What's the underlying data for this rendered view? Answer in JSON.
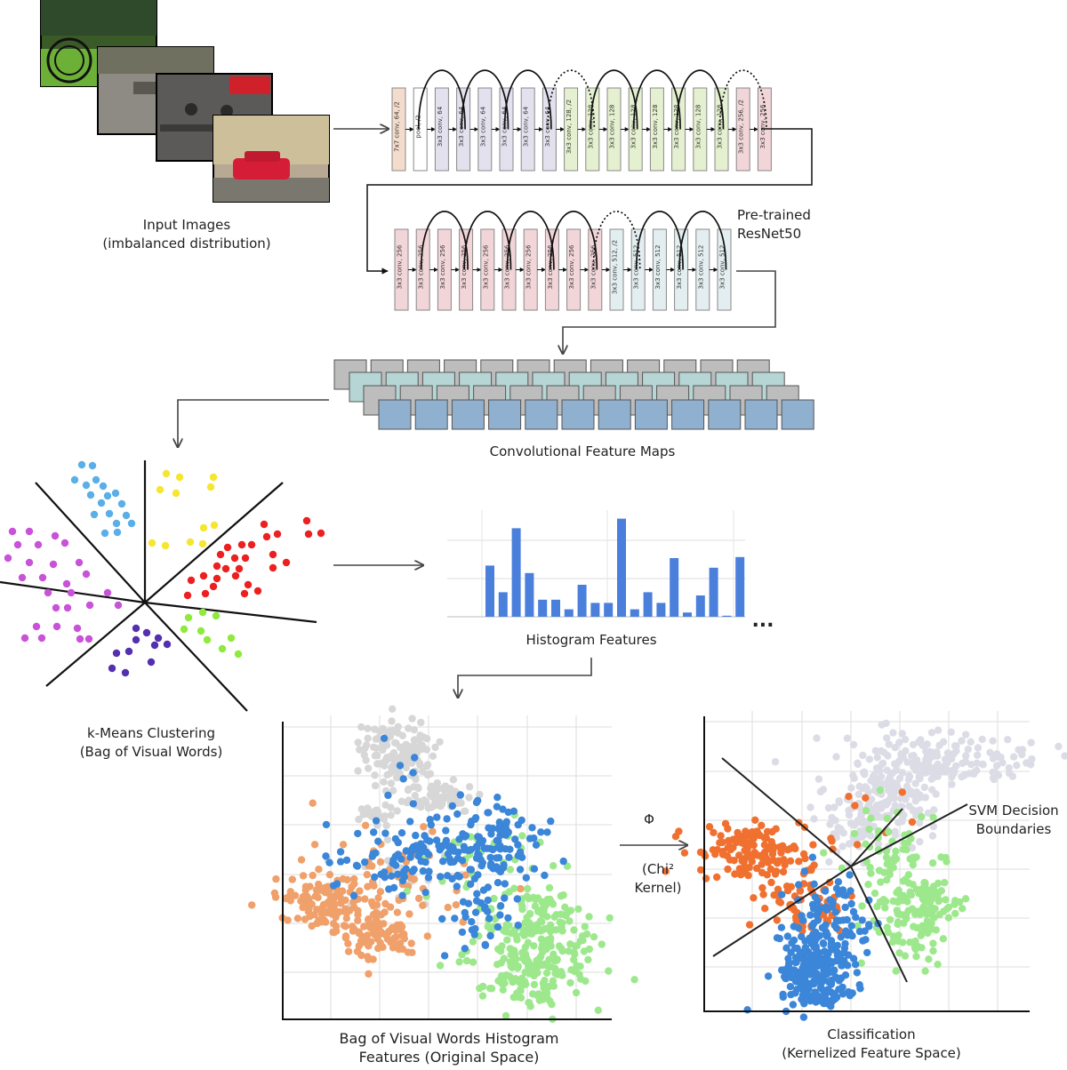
{
  "labels": {
    "input_images": [
      "Input Images",
      "(imbalanced distribution)"
    ],
    "resnet": [
      "Pre-trained",
      "ResNet50"
    ],
    "feature_maps": "Convolutional Feature Maps",
    "kmeans": [
      "k-Means Clustering",
      "(Bag of Visual Words)"
    ],
    "histogram": "Histogram Features",
    "ellipsis": "...",
    "bovw": [
      "Bag of Visual Words Histogram",
      "Features (Original Space)"
    ],
    "classification": [
      "Classification",
      "(Kernelized Feature Space)"
    ],
    "phi": "Φ",
    "chi_kernel": [
      "(Chi²",
      "Kernel)"
    ],
    "svm": [
      "SVM Decision",
      "Boundaries"
    ]
  },
  "resnet_row1": [
    {
      "text": "7x7 conv, 64, /2",
      "color": "#f4dccd"
    },
    {
      "text": "pool, /2",
      "color": "#ffffff"
    },
    {
      "text": "3x3 conv, 64",
      "color": "#e3e1ee"
    },
    {
      "text": "3x3 conv, 64",
      "color": "#e3e1ee"
    },
    {
      "text": "3x3 conv, 64",
      "color": "#e3e1ee"
    },
    {
      "text": "3x3 conv, 64",
      "color": "#e3e1ee"
    },
    {
      "text": "3x3 conv, 64",
      "color": "#e3e1ee"
    },
    {
      "text": "3x3 conv, 64",
      "color": "#e3e1ee"
    },
    {
      "text": "3x3 conv, 128, /2",
      "color": "#e4f0cf"
    },
    {
      "text": "3x3 conv, 128",
      "color": "#e4f0cf"
    },
    {
      "text": "3x3 conv, 128",
      "color": "#e4f0cf"
    },
    {
      "text": "3x3 conv, 128",
      "color": "#e4f0cf"
    },
    {
      "text": "3x3 conv, 128",
      "color": "#e4f0cf"
    },
    {
      "text": "3x3 conv, 128",
      "color": "#e4f0cf"
    },
    {
      "text": "3x3 conv, 128",
      "color": "#e4f0cf"
    },
    {
      "text": "3x3 conv, 128",
      "color": "#e4f0cf"
    },
    {
      "text": "3x3 conv, 256, /2",
      "color": "#f2d5d8"
    },
    {
      "text": "3x3 conv, 256",
      "color": "#f2d5d8"
    }
  ],
  "resnet_row2": [
    {
      "text": "3x3 conv, 256",
      "color": "#f2d5d8"
    },
    {
      "text": "3x3 conv, 256",
      "color": "#f2d5d8"
    },
    {
      "text": "3x3 conv, 256",
      "color": "#f2d5d8"
    },
    {
      "text": "3x3 conv, 256",
      "color": "#f2d5d8"
    },
    {
      "text": "3x3 conv, 256",
      "color": "#f2d5d8"
    },
    {
      "text": "3x3 conv, 256",
      "color": "#f2d5d8"
    },
    {
      "text": "3x3 conv, 256",
      "color": "#f2d5d8"
    },
    {
      "text": "3x3 conv, 256",
      "color": "#f2d5d8"
    },
    {
      "text": "3x3 conv, 256",
      "color": "#f2d5d8"
    },
    {
      "text": "3x3 conv, 256",
      "color": "#f2d5d8"
    },
    {
      "text": "3x3 conv, 512, /2",
      "color": "#e3eef0"
    },
    {
      "text": "3x3 conv, 512",
      "color": "#e3eef0"
    },
    {
      "text": "3x3 conv, 512",
      "color": "#e3eef0"
    },
    {
      "text": "3x3 conv, 512",
      "color": "#e3eef0"
    },
    {
      "text": "3x3 conv, 512",
      "color": "#e3eef0"
    },
    {
      "text": "3x3 conv, 512",
      "color": "#e3eef0"
    }
  ],
  "histogram_values": [
    0.48,
    0.23,
    0.83,
    0.41,
    0.16,
    0.16,
    0.07,
    0.3,
    0.13,
    0.13,
    0.92,
    0.07,
    0.23,
    0.13,
    0.55,
    0.04,
    0.2,
    0.46,
    0.01,
    0.56
  ],
  "colors": {
    "arrow": "#444444",
    "bar": "#4a7fdc",
    "map_front": "#8fb0cf",
    "map_mid": "#b5d6d4",
    "map_back": "#bdbdbd",
    "cluster_blue": "#5aafe8",
    "cluster_yellow": "#f5e632",
    "cluster_red": "#ec2020",
    "cluster_magenta": "#c953d8",
    "cluster_green": "#8eea3c",
    "cluster_indigo": "#5430b0",
    "scatter_blue": "#3b86d8",
    "scatter_orange": "#f0a06a",
    "scatter_orange_dark": "#f07030",
    "scatter_green": "#9de88c",
    "scatter_gray": "#d7d7d7"
  }
}
